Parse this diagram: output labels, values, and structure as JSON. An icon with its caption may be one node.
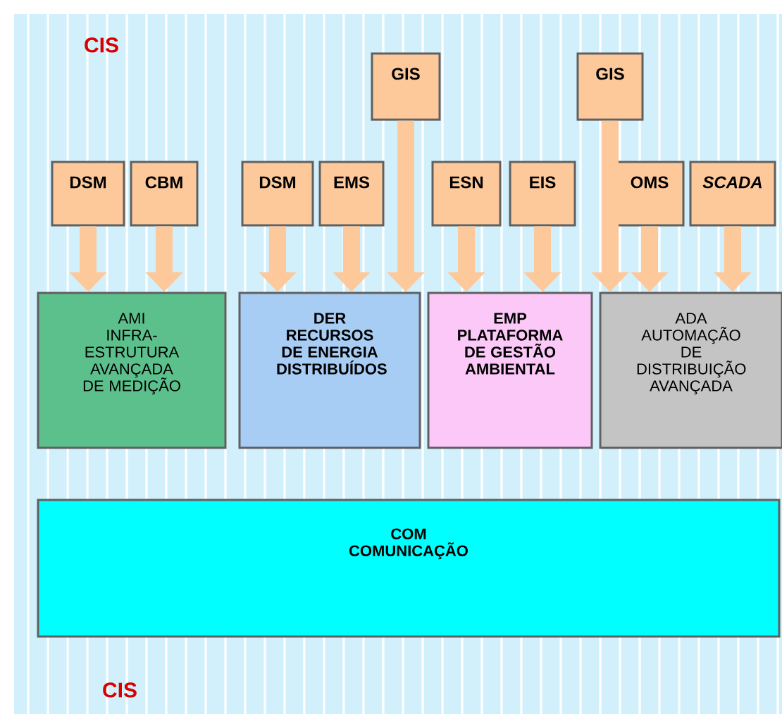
{
  "diagram": {
    "nodes": [
      {
        "text": [
          "AMI",
          "INFRA- ESTRUTURA AVANÇADA DE MEDIÇÃO"
        ]
      },
      {
        "text": [
          "DER",
          "RECURSOS DE ENERGIA DISTRIBUÍDOS"
        ]
      },
      {
        "text": [
          "EMP",
          "PLATAFORMA DE GESTÃO AMBIENTAL"
        ]
      },
      {
        "text": [
          "ADA",
          "AUTOMAÇÃO DE DISTRIBUIÇÃO AVANÇADA"
        ]
      },
      {
        "text": [
          "COM",
          "COMUNICAÇÃO"
        ]
      },
      {
        "text": [
          "DSM"
        ]
      },
      {
        "text": [
          "CBM"
        ]
      },
      {
        "text": [
          "DSM"
        ]
      },
      {
        "text": [
          "EMS"
        ]
      },
      {
        "text": [
          "GIS"
        ]
      },
      {
        "text": [
          "ESN"
        ]
      },
      {
        "text": [
          "EIS"
        ]
      },
      {
        "text": [
          "GIS"
        ]
      },
      {
        "text": [
          "OMS"
        ]
      },
      {
        "text": [
          "SCADA"
        ]
      }
    ],
    "edges": [
      {
        "from": 5,
        "to": 0,
        "arrow": "to"
      },
      {
        "from": 6,
        "to": 0,
        "arrow": "to"
      },
      {
        "from": 7,
        "to": 1,
        "arrow": "to"
      },
      {
        "from": 8,
        "to": 1,
        "arrow": "to"
      },
      {
        "from": 9,
        "to": 1,
        "arrow": "to"
      },
      {
        "from": 10,
        "to": 2,
        "arrow": "to"
      },
      {
        "from": 11,
        "to": 2,
        "arrow": "to"
      },
      {
        "from": 12,
        "to": 3,
        "arrow": "to"
      },
      {
        "from": 13,
        "to": 3,
        "arrow": "to"
      },
      {
        "from": 14,
        "to": 3,
        "arrow": "to"
      }
    ],
    "labels": [
      "CIS",
      "CIS"
    ]
  }
}
